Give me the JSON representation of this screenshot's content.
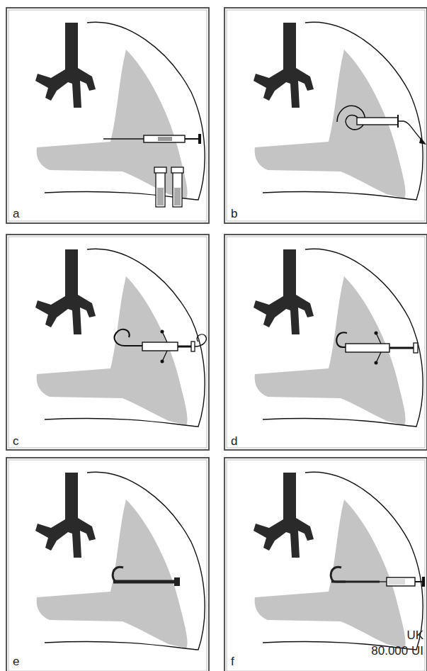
{
  "diagram": {
    "labels": [
      "a",
      "b",
      "c",
      "d",
      "e",
      "f",
      "UK",
      "80.000 UI"
    ]
  }
}
